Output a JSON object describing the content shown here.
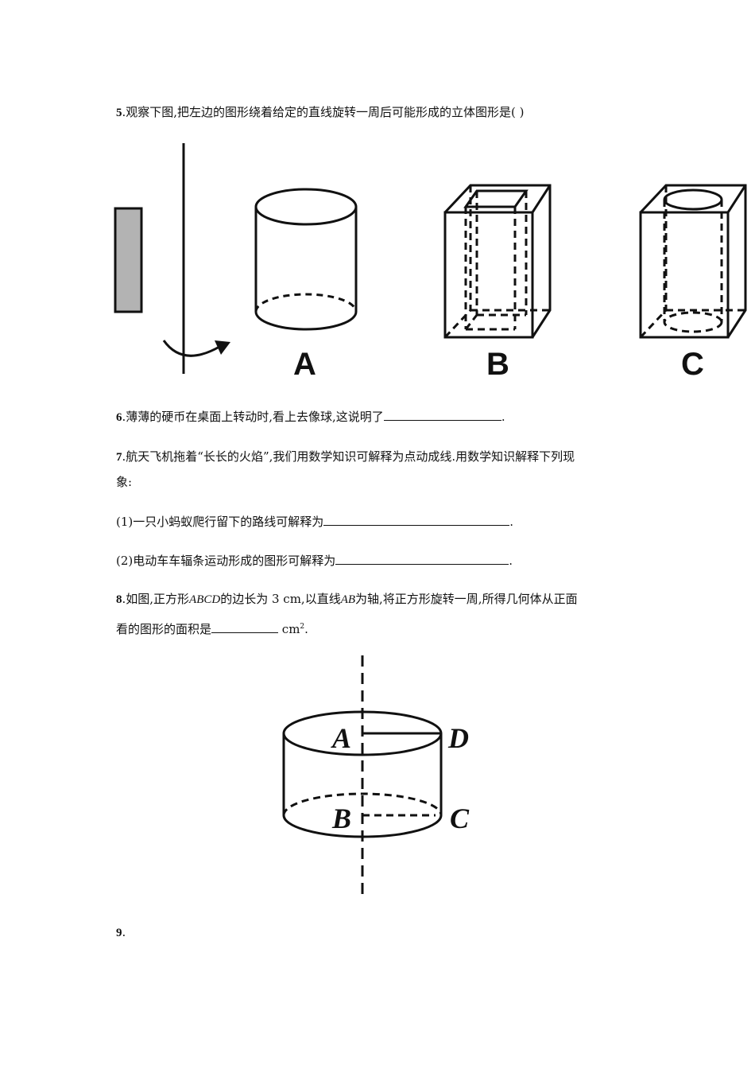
{
  "q5": {
    "num": "5",
    "text": ".观察下图,把左边的图形绕着给定的直线旋转一周后可能形成的立体图形是(        )",
    "options": {
      "a": "A",
      "b": "B",
      "c": "C"
    }
  },
  "q6": {
    "num": "6",
    "text": ".薄薄的硬币在桌面上转动时,看上去像球,这说明了",
    "end": "."
  },
  "q7": {
    "num": "7",
    "text1": ".航天飞机拖着“长长的火焰”,我们用数学知识可解释为点动成线.用数学知识解释下列现",
    "text2": "象:",
    "sub1": "(1)一只小蚂蚁爬行留下的路线可解释为",
    "sub2": "(2)电动车车辐条运动形成的图形可解释为",
    "end": "."
  },
  "q8": {
    "num": "8",
    "t1": ".如图,正方形",
    "abcd": "ABCD",
    "t2": "的边长为 3 cm,以直线",
    "ab": "AB",
    "t3": "为轴,将正方形旋转一周,所得几何体从正面",
    "t4": "看的图形的面积是",
    "unit": "cm",
    "sup": "2",
    "end": ".",
    "points": {
      "a": "A",
      "b": "B",
      "c": "C",
      "d": "D"
    }
  },
  "q9": {
    "num": "9",
    "text": "."
  }
}
